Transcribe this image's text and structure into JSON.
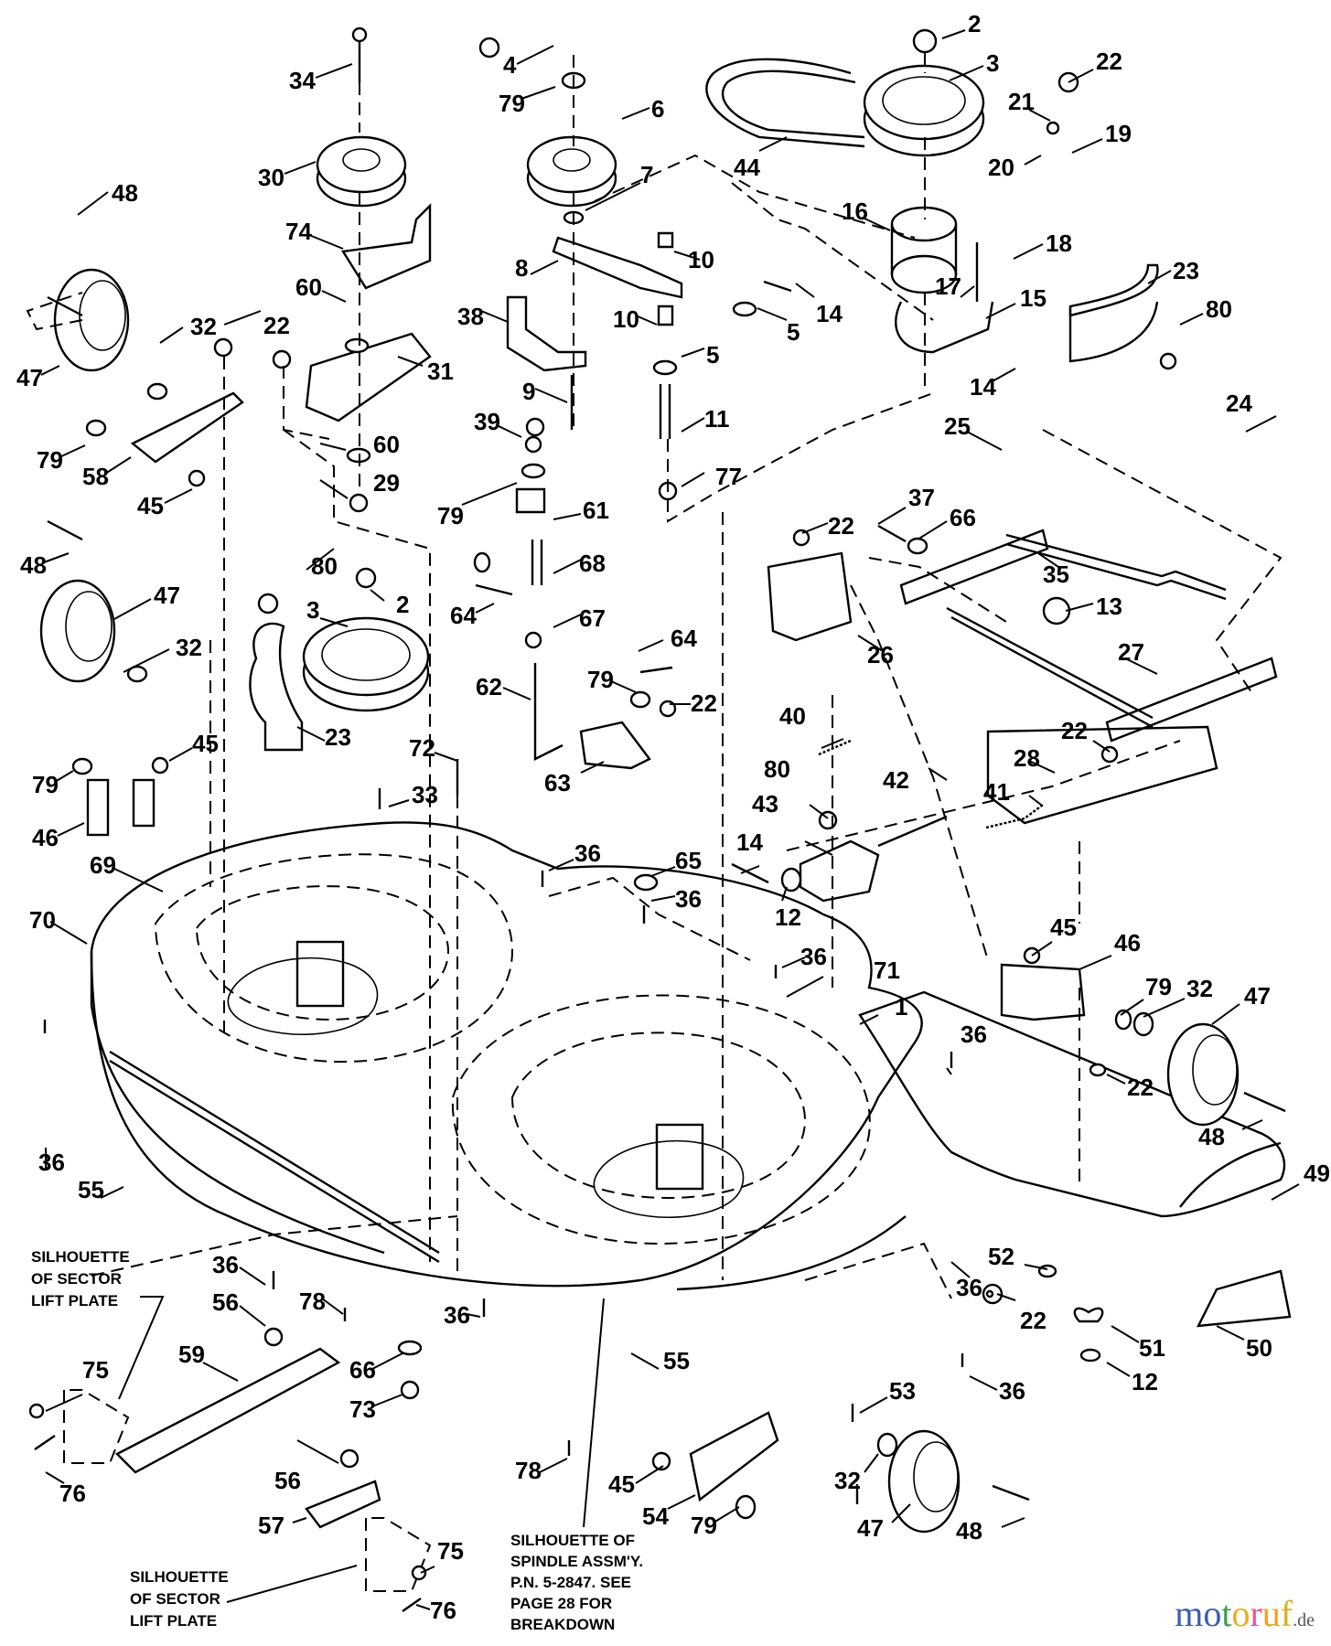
{
  "diagram": {
    "title": "Mower deck exploded parts view",
    "callouts": [
      {
        "id": "34",
        "label": "34"
      },
      {
        "id": "30",
        "label": "30"
      },
      {
        "id": "74",
        "label": "74"
      },
      {
        "id": "60a",
        "label": "60"
      },
      {
        "id": "31",
        "label": "31"
      },
      {
        "id": "60b",
        "label": "60"
      },
      {
        "id": "29",
        "label": "29"
      },
      {
        "id": "48a",
        "label": "48"
      },
      {
        "id": "47a",
        "label": "47"
      },
      {
        "id": "32a",
        "label": "32"
      },
      {
        "id": "22a",
        "label": "22"
      },
      {
        "id": "79a",
        "label": "79"
      },
      {
        "id": "58",
        "label": "58"
      },
      {
        "id": "45a",
        "label": "45"
      },
      {
        "id": "48b",
        "label": "48"
      },
      {
        "id": "47b",
        "label": "47"
      },
      {
        "id": "32b",
        "label": "32"
      },
      {
        "id": "79b",
        "label": "79"
      },
      {
        "id": "45b",
        "label": "45"
      },
      {
        "id": "46a",
        "label": "46"
      },
      {
        "id": "80a",
        "label": "80"
      },
      {
        "id": "2a",
        "label": "2"
      },
      {
        "id": "3a",
        "label": "3"
      },
      {
        "id": "23a",
        "label": "23"
      },
      {
        "id": "72",
        "label": "72"
      },
      {
        "id": "33",
        "label": "33"
      },
      {
        "id": "69",
        "label": "69"
      },
      {
        "id": "70",
        "label": "70"
      },
      {
        "id": "36a",
        "label": "36"
      },
      {
        "id": "55a",
        "label": "55"
      },
      {
        "id": "4",
        "label": "4"
      },
      {
        "id": "79c",
        "label": "79"
      },
      {
        "id": "6",
        "label": "6"
      },
      {
        "id": "7",
        "label": "7"
      },
      {
        "id": "8",
        "label": "8"
      },
      {
        "id": "38",
        "label": "38"
      },
      {
        "id": "9",
        "label": "9"
      },
      {
        "id": "10a",
        "label": "10"
      },
      {
        "id": "10b",
        "label": "10"
      },
      {
        "id": "5a",
        "label": "5"
      },
      {
        "id": "5b",
        "label": "5"
      },
      {
        "id": "14a",
        "label": "14"
      },
      {
        "id": "11",
        "label": "11"
      },
      {
        "id": "77",
        "label": "77"
      },
      {
        "id": "39",
        "label": "39"
      },
      {
        "id": "79d",
        "label": "79"
      },
      {
        "id": "61",
        "label": "61"
      },
      {
        "id": "68",
        "label": "68"
      },
      {
        "id": "64a",
        "label": "64"
      },
      {
        "id": "67",
        "label": "67"
      },
      {
        "id": "62",
        "label": "62"
      },
      {
        "id": "64b",
        "label": "64"
      },
      {
        "id": "79e",
        "label": "79"
      },
      {
        "id": "22b",
        "label": "22"
      },
      {
        "id": "63",
        "label": "63"
      },
      {
        "id": "44",
        "label": "44"
      },
      {
        "id": "2b",
        "label": "2"
      },
      {
        "id": "3b",
        "label": "3"
      },
      {
        "id": "22c",
        "label": "22"
      },
      {
        "id": "21",
        "label": "21"
      },
      {
        "id": "19",
        "label": "19"
      },
      {
        "id": "20",
        "label": "20"
      },
      {
        "id": "16",
        "label": "16"
      },
      {
        "id": "18",
        "label": "18"
      },
      {
        "id": "17",
        "label": "17"
      },
      {
        "id": "15",
        "label": "15"
      },
      {
        "id": "14b",
        "label": "14"
      },
      {
        "id": "23b",
        "label": "23"
      },
      {
        "id": "80b",
        "label": "80"
      },
      {
        "id": "24",
        "label": "24"
      },
      {
        "id": "25",
        "label": "25"
      },
      {
        "id": "37",
        "label": "37"
      },
      {
        "id": "66a",
        "label": "66"
      },
      {
        "id": "35",
        "label": "35"
      },
      {
        "id": "22d",
        "label": "22"
      },
      {
        "id": "26",
        "label": "26"
      },
      {
        "id": "13",
        "label": "13"
      },
      {
        "id": "27",
        "label": "27"
      },
      {
        "id": "40",
        "label": "40"
      },
      {
        "id": "42",
        "label": "42"
      },
      {
        "id": "80c",
        "label": "80"
      },
      {
        "id": "43",
        "label": "43"
      },
      {
        "id": "22e",
        "label": "22"
      },
      {
        "id": "28",
        "label": "28"
      },
      {
        "id": "41",
        "label": "41"
      },
      {
        "id": "14c",
        "label": "14"
      },
      {
        "id": "12a",
        "label": "12"
      },
      {
        "id": "36b",
        "label": "36"
      },
      {
        "id": "65",
        "label": "65"
      },
      {
        "id": "36c",
        "label": "36"
      },
      {
        "id": "36d",
        "label": "36"
      },
      {
        "id": "71",
        "label": "71"
      },
      {
        "id": "1",
        "label": "1"
      },
      {
        "id": "45c",
        "label": "45"
      },
      {
        "id": "46b",
        "label": "46"
      },
      {
        "id": "79f",
        "label": "79"
      },
      {
        "id": "32c",
        "label": "32"
      },
      {
        "id": "47c",
        "label": "47"
      },
      {
        "id": "36e",
        "label": "36"
      },
      {
        "id": "22f",
        "label": "22"
      },
      {
        "id": "48c",
        "label": "48"
      },
      {
        "id": "49",
        "label": "49"
      },
      {
        "id": "36f",
        "label": "36"
      },
      {
        "id": "52",
        "label": "52"
      },
      {
        "id": "22g",
        "label": "22"
      },
      {
        "id": "51",
        "label": "51"
      },
      {
        "id": "50",
        "label": "50"
      },
      {
        "id": "12b",
        "label": "12"
      },
      {
        "id": "36g",
        "label": "36"
      },
      {
        "id": "53",
        "label": "53"
      },
      {
        "id": "32d",
        "label": "32"
      },
      {
        "id": "47d",
        "label": "47"
      },
      {
        "id": "48d",
        "label": "48"
      },
      {
        "id": "36h",
        "label": "36"
      },
      {
        "id": "78a",
        "label": "78"
      },
      {
        "id": "56a",
        "label": "56"
      },
      {
        "id": "59",
        "label": "59"
      },
      {
        "id": "66b",
        "label": "66"
      },
      {
        "id": "73",
        "label": "73"
      },
      {
        "id": "36i",
        "label": "36"
      },
      {
        "id": "55b",
        "label": "55"
      },
      {
        "id": "75a",
        "label": "75"
      },
      {
        "id": "76a",
        "label": "76"
      },
      {
        "id": "78b",
        "label": "78"
      },
      {
        "id": "45d",
        "label": "45"
      },
      {
        "id": "54",
        "label": "54"
      },
      {
        "id": "79g",
        "label": "79"
      },
      {
        "id": "56b",
        "label": "56"
      },
      {
        "id": "57",
        "label": "57"
      },
      {
        "id": "75b",
        "label": "75"
      },
      {
        "id": "76b",
        "label": "76"
      }
    ],
    "notes": {
      "sector_lift_plate_1": [
        "SILHOUETTE",
        "OF SECTOR",
        "LIFT PLATE"
      ],
      "sector_lift_plate_2": [
        "SILHOUETTE",
        "OF SECTOR",
        "LIFT PLATE"
      ],
      "spindle_assembly": [
        "SILHOUETTE OF",
        "SPINDLE ASSM'Y.",
        "P.N. 5-2847.  SEE",
        "PAGE 28 FOR",
        "BREAKDOWN"
      ]
    }
  },
  "watermark": {
    "letters": [
      "m",
      "o",
      "t",
      "o",
      "r",
      "u",
      "f"
    ],
    "letter_colors": [
      "#3a5fb0",
      "#3a5fb0",
      "#3aa04a",
      "#e8b020",
      "#e05a9a",
      "#f0a020",
      "#d8b020"
    ],
    "tld": ".de"
  }
}
